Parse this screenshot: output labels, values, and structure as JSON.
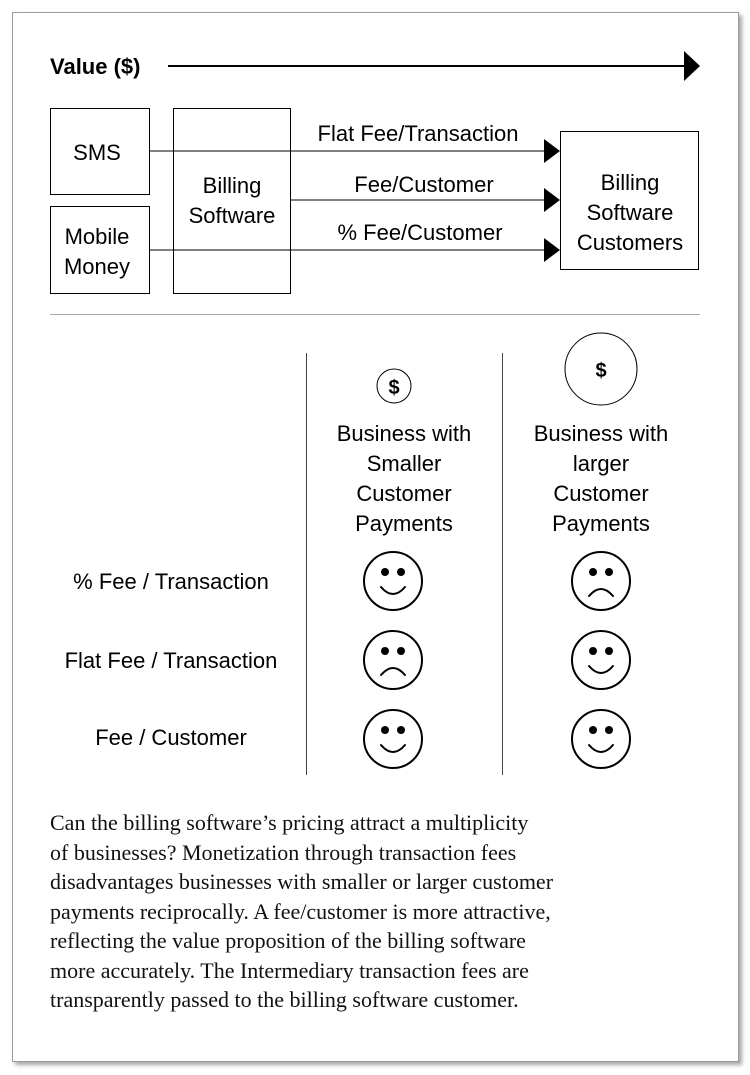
{
  "value_axis": {
    "label": "Value ($)"
  },
  "boxes": {
    "sms": "SMS",
    "mobile_money": [
      "Mobile",
      "Money"
    ],
    "billing_software": [
      "Billing",
      "Software"
    ],
    "customers": [
      "Billing",
      "Software",
      "Customers"
    ]
  },
  "flows": [
    {
      "label": "Flat Fee/Transaction"
    },
    {
      "label": "Fee/Customer"
    },
    {
      "label": "% Fee/Customer"
    }
  ],
  "table": {
    "columns": [
      {
        "icon": "small-dollar-coin-icon",
        "header": [
          "Business with",
          "Smaller",
          "Customer",
          "Payments"
        ]
      },
      {
        "icon": "large-dollar-coin-icon",
        "header": [
          "Business with",
          "larger",
          "Customer",
          "Payments"
        ]
      }
    ],
    "coin_symbol": "$",
    "rows": [
      {
        "label": "% Fee / Transaction",
        "faces": [
          "happy",
          "sad"
        ]
      },
      {
        "label": "Flat Fee / Transaction",
        "faces": [
          "sad",
          "happy"
        ]
      },
      {
        "label": "Fee / Customer",
        "faces": [
          "happy",
          "happy"
        ]
      }
    ]
  },
  "caption": "Can the billing software’s pricing attract a multiplicity\nof businesses? Monetization through transaction fees\ndisadvantages businesses with smaller or larger customer\npayments reciprocally. A fee/customer is more attractive,\nreflecting the value proposition of the billing software\nmore accurately. The Intermediary transaction fees are\ntransparently passed to the billing software customer."
}
